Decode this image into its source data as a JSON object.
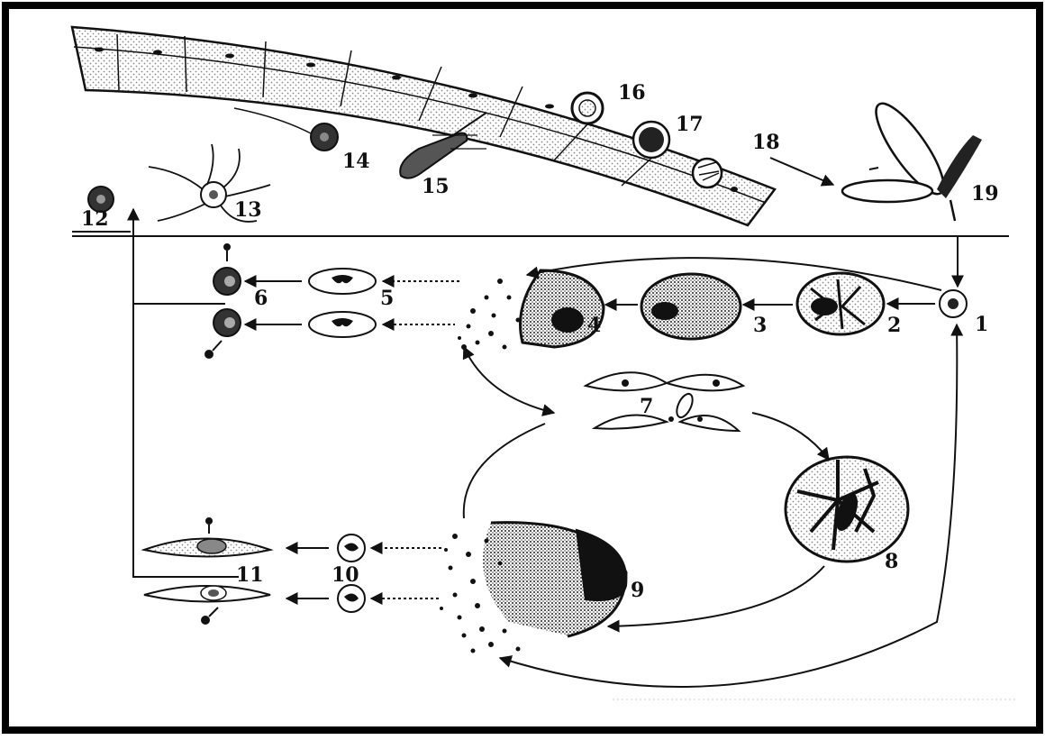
{
  "diagram": {
    "stage_labels": [
      "1",
      "2",
      "3",
      "4",
      "5",
      "6",
      "7",
      "8",
      "9",
      "10",
      "11",
      "12",
      "13",
      "14",
      "15",
      "16",
      "17",
      "18",
      "19"
    ],
    "female_symbol": "♀",
    "male_symbol": "♂",
    "colors": {
      "ink": "#111111",
      "paper": "#ffffff",
      "stipple": "#9a9a9a",
      "frame": "#000000"
    }
  }
}
